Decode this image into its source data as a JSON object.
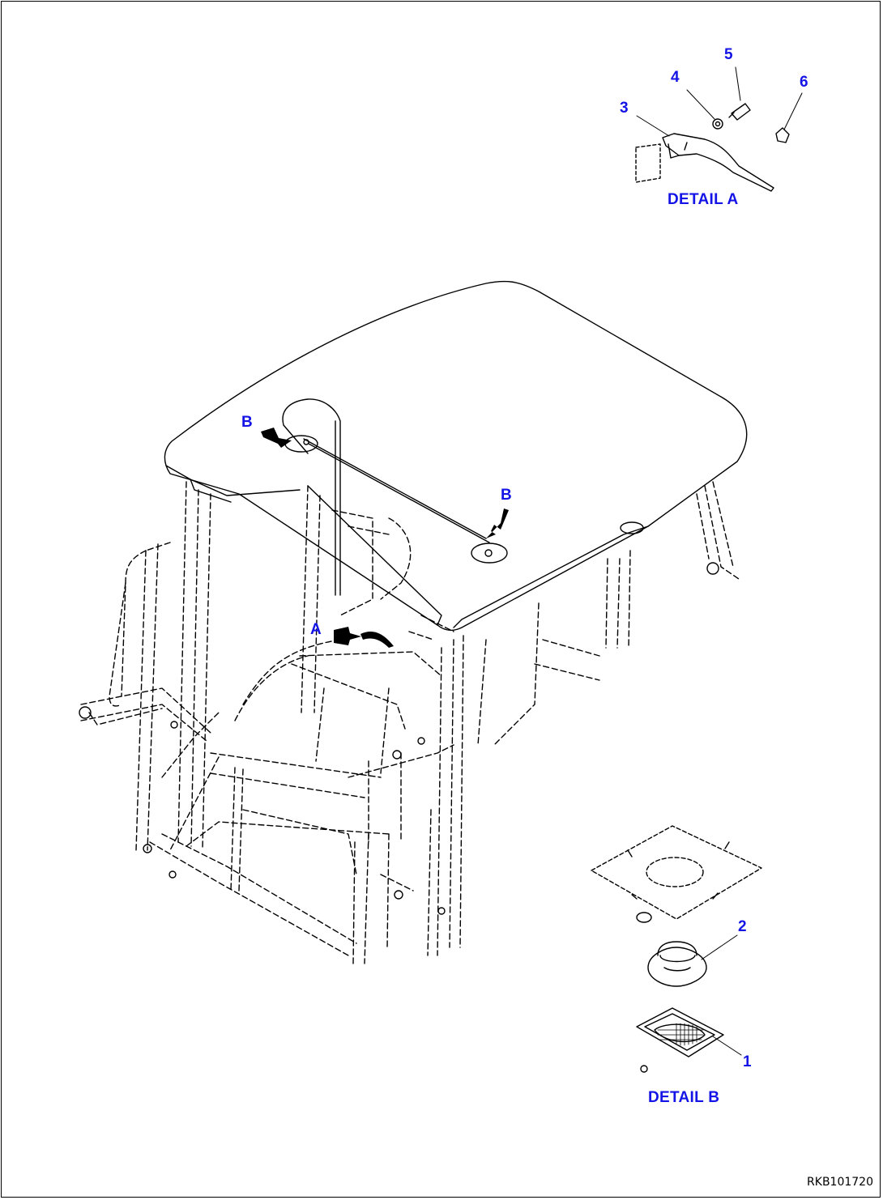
{
  "callouts": {
    "n1": "1",
    "n2": "2",
    "n3": "3",
    "n4": "4",
    "n5": "5",
    "n6": "6"
  },
  "views": {
    "a": "A",
    "b1": "B",
    "b2": "B"
  },
  "details": {
    "a": "DETAIL A",
    "b": "DETAIL B"
  },
  "drawing_code": "RKB101720",
  "colors": {
    "label": "#1414e6",
    "line": "#000000",
    "background": "#ffffff"
  }
}
